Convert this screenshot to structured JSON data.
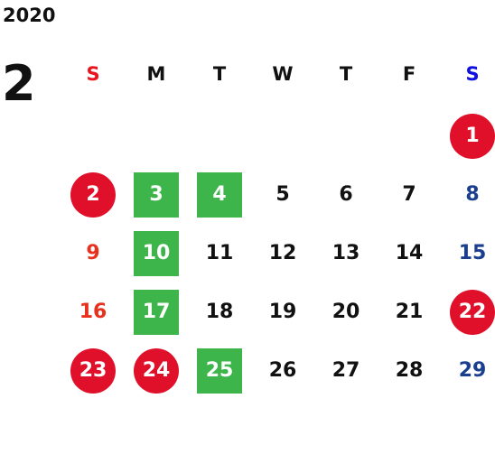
{
  "calendar": {
    "year": "2020",
    "month": "2",
    "weekdays": [
      {
        "label": "S",
        "color": "#e8151f"
      },
      {
        "label": "M",
        "color": "#111111"
      },
      {
        "label": "T",
        "color": "#111111"
      },
      {
        "label": "W",
        "color": "#111111"
      },
      {
        "label": "T",
        "color": "#111111"
      },
      {
        "label": "F",
        "color": "#111111"
      },
      {
        "label": "S",
        "color": "#1010e0"
      }
    ],
    "colors": {
      "sunday_text": "#e8301f",
      "saturday_text": "#1a3f8f",
      "weekday_text": "#111111",
      "holiday_circle": "#e0102a",
      "closed_square": "#3db54a"
    },
    "weeks": [
      [
        {
          "day": "",
          "type": "empty"
        },
        {
          "day": "",
          "type": "empty"
        },
        {
          "day": "",
          "type": "empty"
        },
        {
          "day": "",
          "type": "empty"
        },
        {
          "day": "",
          "type": "empty"
        },
        {
          "day": "",
          "type": "empty"
        },
        {
          "day": "1",
          "type": "holiday"
        }
      ],
      [
        {
          "day": "2",
          "type": "holiday"
        },
        {
          "day": "3",
          "type": "closed"
        },
        {
          "day": "4",
          "type": "closed"
        },
        {
          "day": "5",
          "type": "normal"
        },
        {
          "day": "6",
          "type": "normal"
        },
        {
          "day": "7",
          "type": "normal"
        },
        {
          "day": "8",
          "type": "normal"
        }
      ],
      [
        {
          "day": "9",
          "type": "normal"
        },
        {
          "day": "10",
          "type": "closed"
        },
        {
          "day": "11",
          "type": "normal"
        },
        {
          "day": "12",
          "type": "normal"
        },
        {
          "day": "13",
          "type": "normal"
        },
        {
          "day": "14",
          "type": "normal"
        },
        {
          "day": "15",
          "type": "normal"
        }
      ],
      [
        {
          "day": "16",
          "type": "normal"
        },
        {
          "day": "17",
          "type": "closed"
        },
        {
          "day": "18",
          "type": "normal"
        },
        {
          "day": "19",
          "type": "normal"
        },
        {
          "day": "20",
          "type": "normal"
        },
        {
          "day": "21",
          "type": "normal"
        },
        {
          "day": "22",
          "type": "holiday"
        }
      ],
      [
        {
          "day": "23",
          "type": "holiday"
        },
        {
          "day": "24",
          "type": "holiday"
        },
        {
          "day": "25",
          "type": "closed"
        },
        {
          "day": "26",
          "type": "normal"
        },
        {
          "day": "27",
          "type": "normal"
        },
        {
          "day": "28",
          "type": "normal"
        },
        {
          "day": "29",
          "type": "normal"
        }
      ]
    ]
  }
}
